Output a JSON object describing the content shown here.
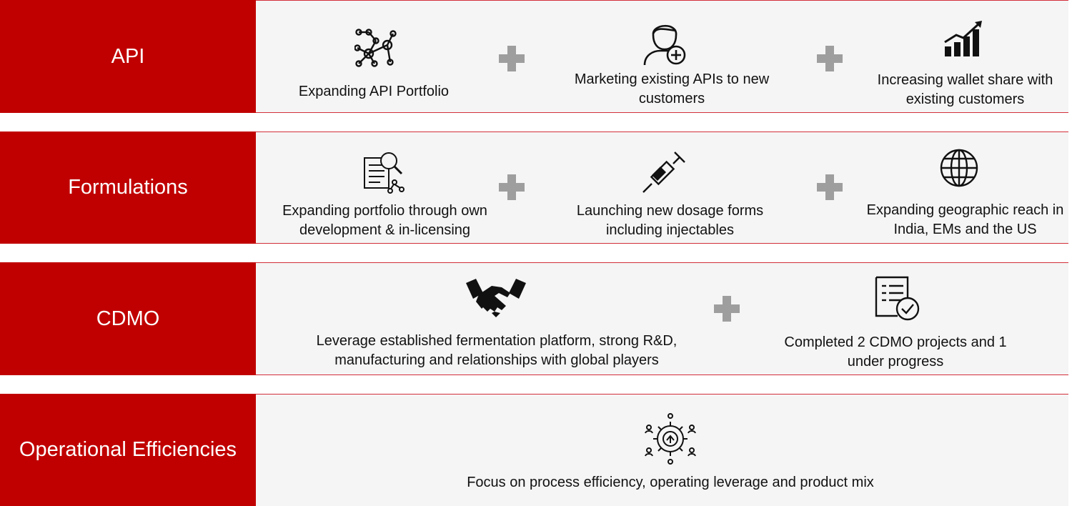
{
  "rows": {
    "api": {
      "label": "API",
      "items": [
        {
          "text": "Expanding API Portfolio",
          "icon": "network-nodes-icon"
        },
        {
          "text": "Marketing existing APIs  to new customers",
          "icon": "add-user-icon"
        },
        {
          "text": "Increasing wallet share with existing customers",
          "icon": "growth-chart-icon"
        }
      ]
    },
    "formulations": {
      "label": "Formulations",
      "items": [
        {
          "text": "Expanding portfolio through own development & in-licensing",
          "icon": "document-search-icon"
        },
        {
          "text": "Launching new dosage forms including injectables",
          "icon": "syringe-icon"
        },
        {
          "text": "Expanding geographic reach in India, EMs and the US",
          "icon": "globe-icon"
        }
      ]
    },
    "cdmo": {
      "label": "CDMO",
      "items": [
        {
          "text": "Leverage established fermentation  platform, strong R&D, manufacturing and relationships  with global players",
          "icon": "handshake-icon"
        },
        {
          "text": "Completed 2 CDMO projects and  1 under progress",
          "icon": "checklist-icon"
        }
      ]
    },
    "operational": {
      "label": "Operational Efficiencies",
      "items": [
        {
          "text": "Focus on process efficiency, operating leverage and  product mix",
          "icon": "team-gear-icon"
        }
      ]
    }
  },
  "colors": {
    "accent": "#c00000",
    "panel": "#f5f5f5",
    "plus": "#9e9e9e"
  }
}
